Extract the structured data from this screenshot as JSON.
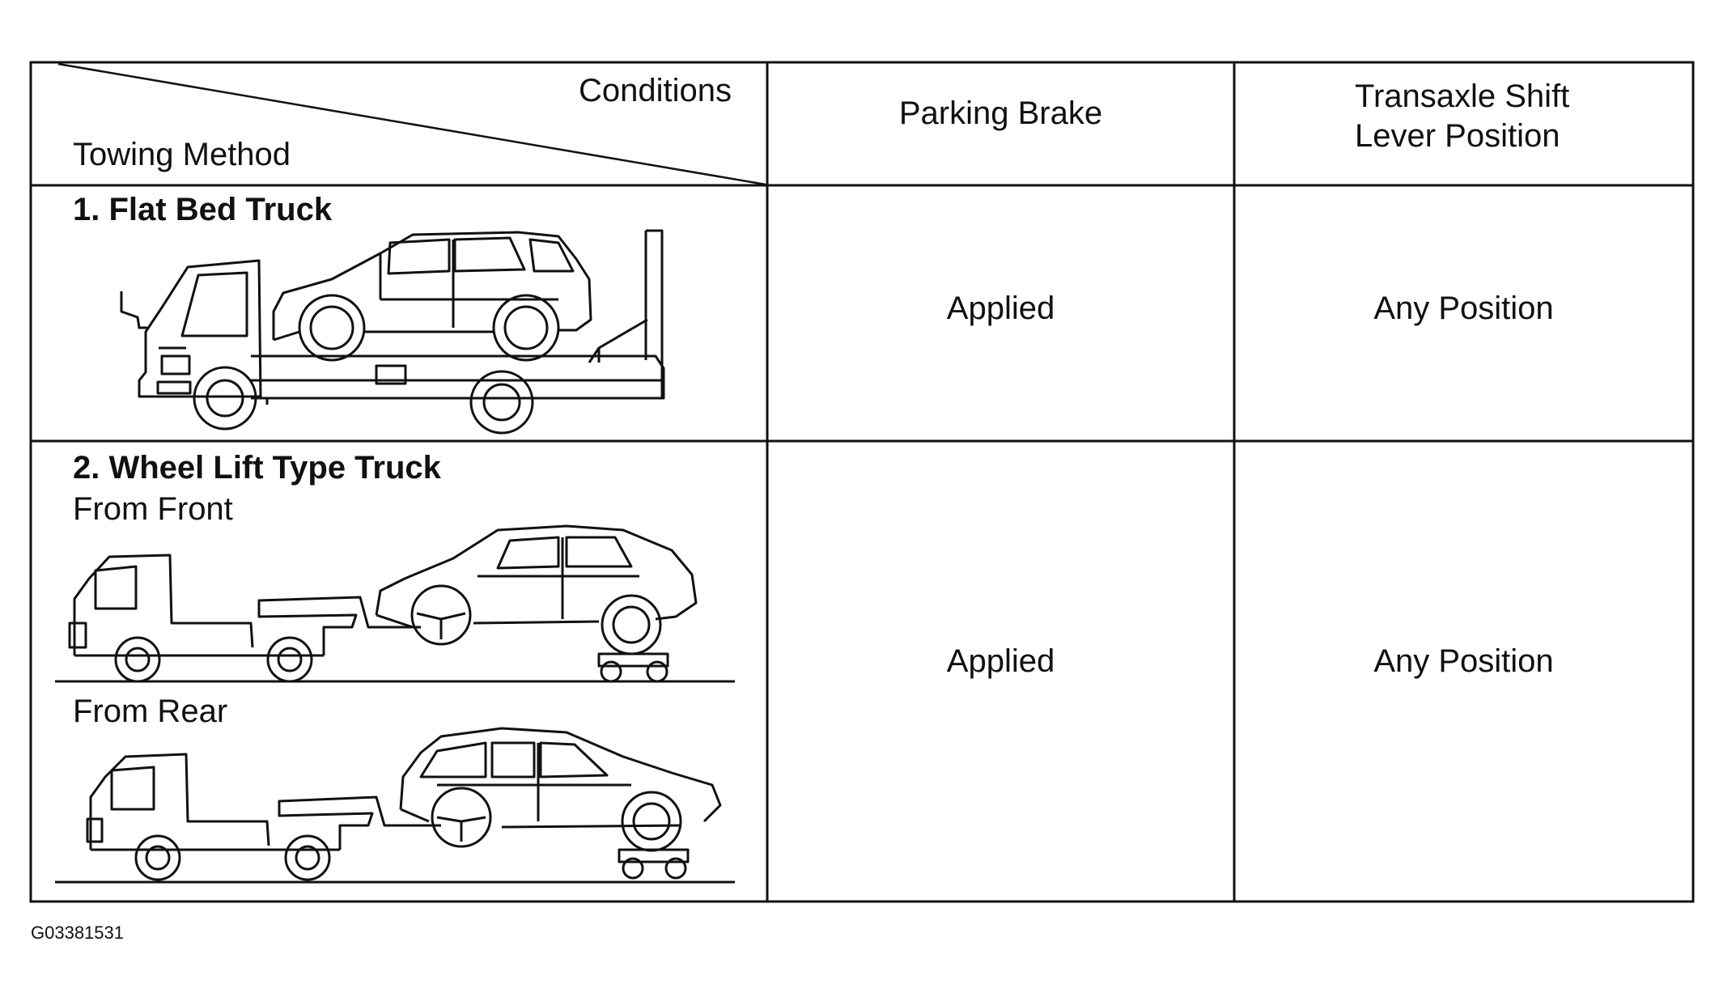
{
  "header": {
    "conditions": "Conditions",
    "towing_method": "Towing Method",
    "parking_brake": "Parking Brake",
    "shift_lever_line1": "Transaxle  Shift",
    "shift_lever_line2": "Lever Position"
  },
  "rows": [
    {
      "title": "1. Flat Bed Truck",
      "parking_brake": "Applied",
      "shift_lever": "Any Position"
    },
    {
      "title": "2. Wheel Lift Type Truck",
      "subtitle_front": "From Front",
      "subtitle_rear": "From Rear",
      "parking_brake": "Applied",
      "shift_lever": "Any Position"
    }
  ],
  "figure_id": "G03381531"
}
